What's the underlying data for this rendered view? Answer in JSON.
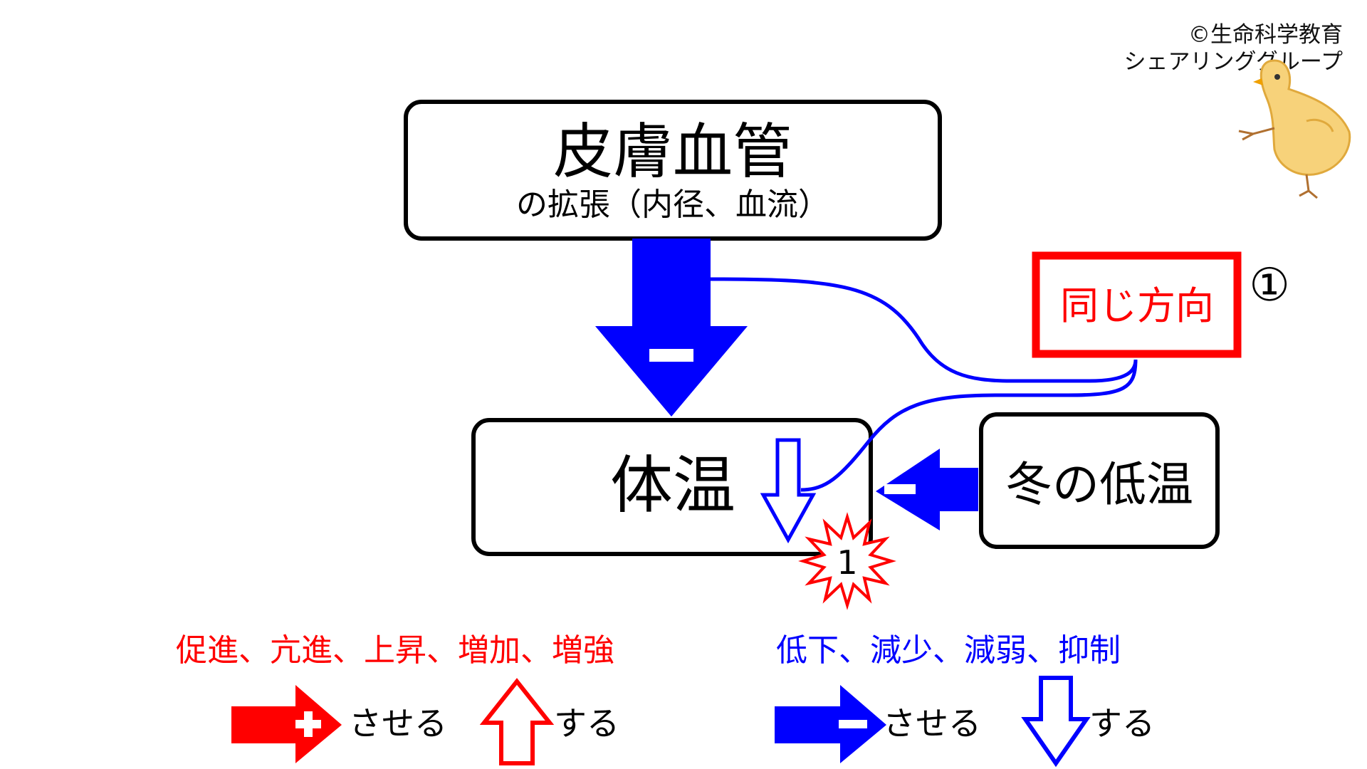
{
  "credit": {
    "line1": "©生命科学教育",
    "line2": "シェアリンググループ"
  },
  "nodes": {
    "skin_vessel": {
      "title": "皮膚血管",
      "subtitle": "の拡張（内径、血流）"
    },
    "body_temp": {
      "title": "体温"
    },
    "winter_cold": {
      "title": "冬の低温"
    },
    "same_direction": {
      "label": "同じ方向",
      "number": "①"
    }
  },
  "signs": {
    "minus": "−",
    "plus": "+"
  },
  "burst_number": "1",
  "legend": {
    "increase_terms": "促進、亢進、上昇、増加、増強",
    "decrease_terms": "低下、減少、減弱、抑制",
    "cause_suffix": "させる",
    "do_suffix": "する"
  },
  "colors": {
    "red": "#ff0000",
    "blue": "#0000ff",
    "black": "#000000",
    "box_fill": "#ffffff",
    "chick_fill": "#f7d27a",
    "chick_stroke": "#e0a93c"
  },
  "icons": {
    "chick": "chick-drawing-icon",
    "burst": "red-starburst-icon",
    "up_arrow": "hollow-up-arrow-icon",
    "down_arrow": "hollow-down-arrow-icon"
  }
}
